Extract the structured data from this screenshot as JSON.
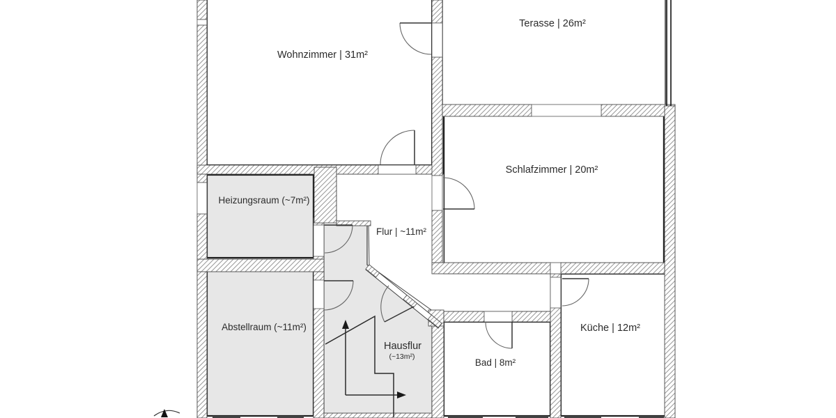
{
  "plan": {
    "rooms": [
      {
        "id": "wohnzimmer",
        "label": "Wohnzimmer | 31m²"
      },
      {
        "id": "terasse",
        "label": "Terasse | 26m²"
      },
      {
        "id": "schlafzimmer",
        "label": "Schlafzimmer | 20m²"
      },
      {
        "id": "heizungsraum",
        "label": "Heizungsraum (~7m²)"
      },
      {
        "id": "flur",
        "label": "Flur | ~11m²"
      },
      {
        "id": "abstellraum",
        "label": "Abstellraum (~11m²)"
      },
      {
        "id": "hausflur",
        "label": "Hausflur",
        "area_note": "(~13m²)"
      },
      {
        "id": "bad",
        "label": "Bad | 8m²"
      },
      {
        "id": "kueche",
        "label": "Küche | 12m²"
      }
    ],
    "colors": {
      "background": "#ffffff",
      "room_fill_white": "#ffffff",
      "room_fill_gray": "#e7e7e7",
      "wall_hatch_line": "#999999",
      "outline": "#222222",
      "label_text": "#2b2b2b"
    }
  }
}
